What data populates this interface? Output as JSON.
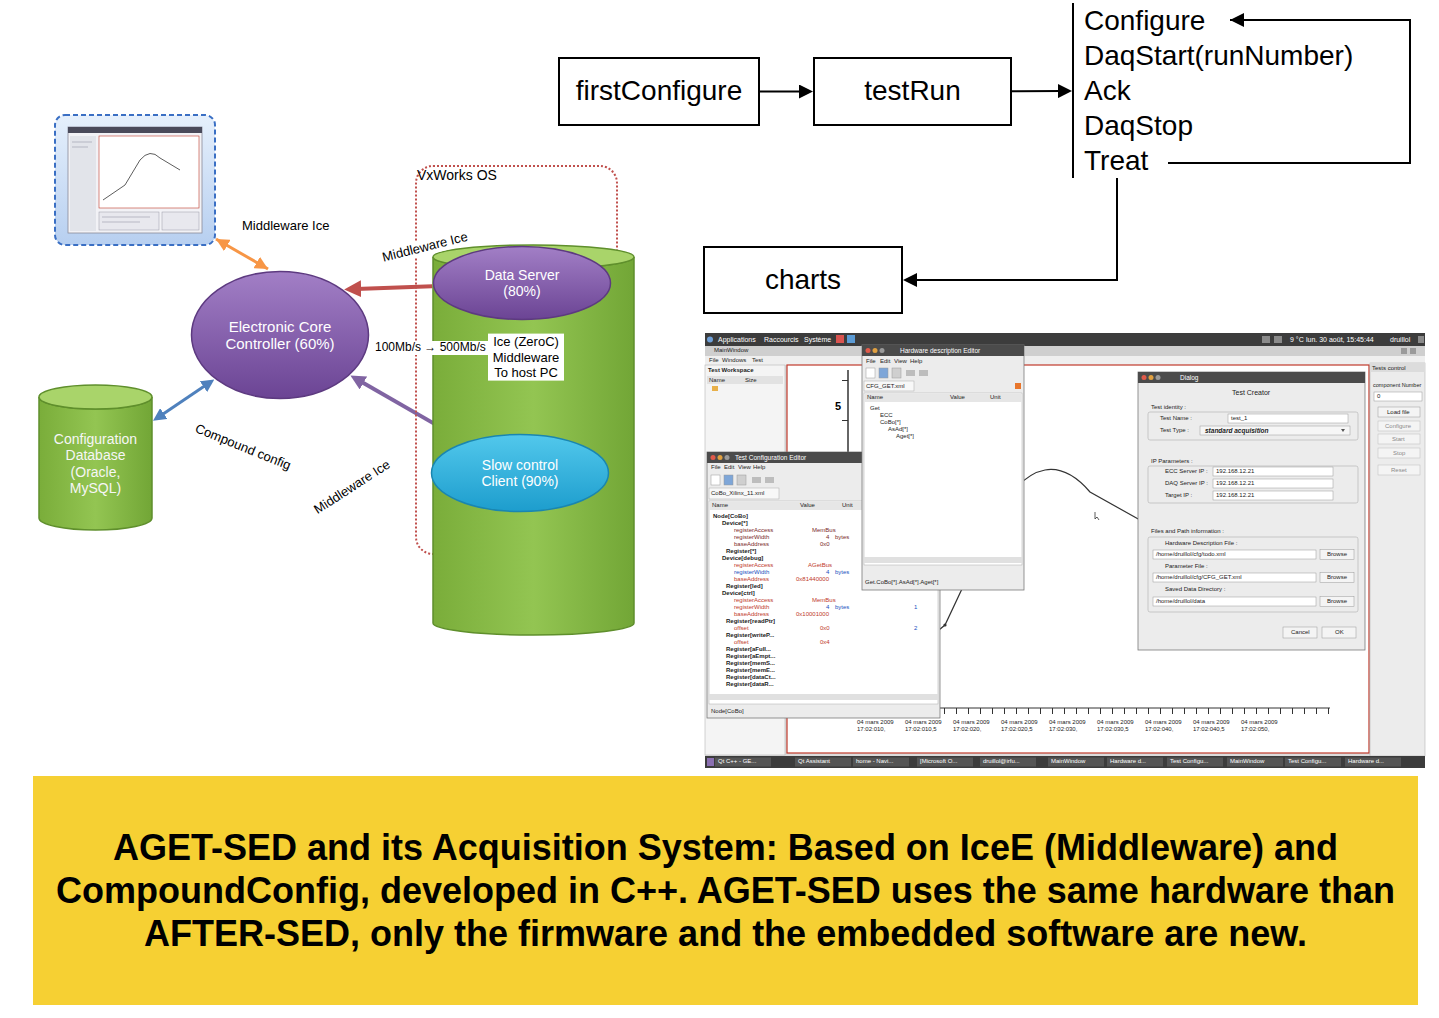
{
  "diagram": {
    "caption": "AGET-SED and its Acquisition System: Based on IceE (Middleware) and CompoundConfig, developed in C++. AGET-SED uses the same hardware than AFTER-SED, only the firmware and the embedded software are new.",
    "nodes": [
      {
        "text": [
          "firstConfigure"
        ]
      },
      {
        "text": [
          "testRun"
        ]
      },
      {
        "text": [
          "Configure",
          "DaqStart(runNumber)",
          "Ack",
          "DaqStop",
          "Treat"
        ]
      },
      {
        "text": [
          "VxWorks OS"
        ]
      },
      {
        "text": [
          "Data Server (80%)"
        ],
        "in": 3
      },
      {
        "text": [
          "Electronic Core Controller (60%)"
        ]
      },
      {
        "text": [
          "charts"
        ]
      },
      {
        "text": [
          "Configuration Database (Oracle, MySQL)"
        ]
      },
      {
        "text": [
          "Slow control Client (90%)"
        ],
        "in": 3
      }
    ],
    "edges": [
      {
        "from": 0,
        "to": 1,
        "arrow": "to"
      },
      {
        "from": 1,
        "to": 2,
        "arrow": "to"
      },
      {
        "from": 2,
        "to": 6,
        "arrow": "to"
      },
      {
        "from": 4,
        "to": 5,
        "label": "Middleware Ice",
        "arrow": "to"
      },
      {
        "from": 5,
        "to": 8,
        "label": "Middleware Ice",
        "arrow": "both"
      },
      {
        "from": 8,
        "to": 4,
        "label": "Ice (ZeroC) Middleware To host PC",
        "arrow": "to"
      },
      {
        "from": 5,
        "to": 7,
        "label": "Compound config",
        "arrow": "both"
      }
    ],
    "labels": [
      "Middleware Ice",
      "100Mb/s → 500Mb/s",
      "Applications",
      "Raccourcis",
      "Système",
      "9 °C",
      "lun. 30 août, 15:45:44",
      "druillol",
      "MainWindow",
      "File",
      "Windows",
      "Test",
      "Test Workspace",
      "Name",
      "Size",
      "Hardware description Editor",
      "File",
      "Edit",
      "View",
      "Help",
      "CFG_GET.xml",
      "Name",
      "Value",
      "Unit",
      "Get",
      "ECC",
      "CoBo[*]",
      "AsAd[*]",
      "Aget[*]",
      "Get.CoBo[*].AsAd[*].Aget[*]",
      "5",
      "Dialog",
      "Test Creator",
      "Test identity :",
      "Test Name :",
      "test_1",
      "Test Type :",
      "standard acquisition",
      "IP Parameters :",
      "ECC Server IP :",
      "192.168.12.21",
      "DAQ Server IP :",
      "192.168.12.21",
      "Target IP :",
      "192.168.12.21",
      "Files and Path information :",
      "Hardware Description File :",
      "/home/druillol/cfg/todo.xml",
      "Browse",
      "Parameter File :",
      "/home/druillol/cfg/CFG_GET.xml",
      "Browse",
      "Saved Data Directory :",
      "/home/druillol/data",
      "Browse",
      "Cancel",
      "OK",
      "Tests control",
      "component Number",
      "0",
      "Load file",
      "Configure",
      "Start",
      "Stop",
      "Reset",
      "Test Configuration Editor",
      "File",
      "Edit",
      "View",
      "Help",
      "CoBo_Xilinx_11.xml",
      "Name",
      "Value",
      "Unit",
      "Node[CoBo]",
      "Device[*]",
      "registerAccess",
      "MemBus",
      "registerWidth",
      "4",
      "bytes",
      "baseAddress",
      "0x0",
      "Register[*]",
      "Device[debug]",
      "registerAccess",
      "AGetBus",
      "registerWidth",
      "4",
      "bytes",
      "baseAddress",
      "0x81440000",
      "Register[led]",
      "Device[ctrl]",
      "registerAccess",
      "MemBus",
      "registerWidth",
      "4",
      "bytes",
      "1",
      "baseAddress",
      "0x10001000",
      "Register[readPtr]",
      "offset",
      "0x0",
      "2",
      "Register[writeP...",
      "offset",
      "0x4",
      "Register[aFull...",
      "Register[aEmpt...",
      "Register[memS...",
      "Register[memE...",
      "Register[dataCt...",
      "Register[dataR...",
      "Node[CoBo]",
      "04 mars 2009 17:02:010,",
      "04 mars 2009 17:02:010,5",
      "04 mars 2009 17:02:020,",
      "04 mars 2009 17:02:020,5",
      "04 mars 2009 17:02:030,",
      "04 mars 2009 17:02:030,5",
      "04 mars 2009 17:02:040,",
      "04 mars 2009 17:02:040,5",
      "04 mars 2009 17:02:050,",
      "Qt C++ - GE...",
      "Qt Assistant",
      "home - Navi...",
      "[Microsoft O...",
      "druillol@irfu...",
      "MainWindow",
      "Hardware d...",
      "Test Configu...",
      "MainWindow",
      "Test Configu...",
      "Hardware d..."
    ]
  }
}
